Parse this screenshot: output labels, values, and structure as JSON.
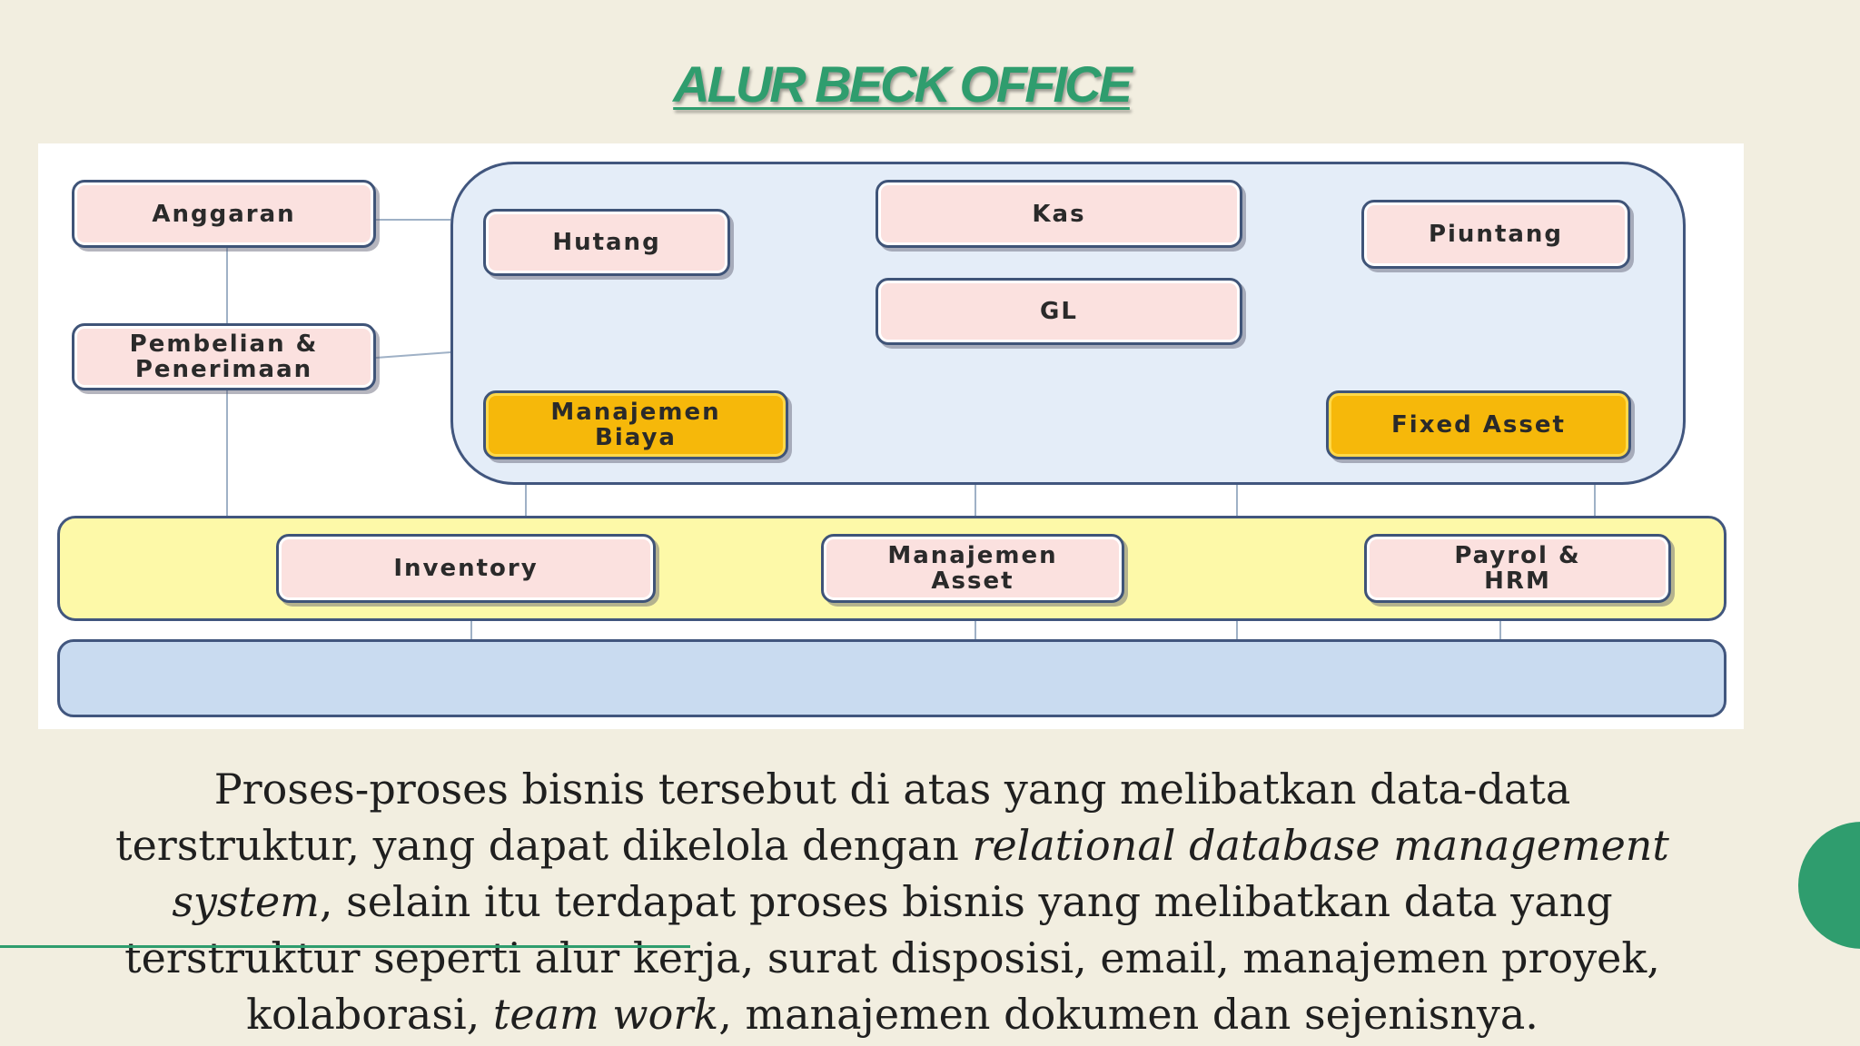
{
  "title": "ALUR BECK OFFICE",
  "diagram": {
    "boxes": {
      "anggaran": "Anggaran",
      "pembelian": "Pembelian &\nPenerimaan",
      "hutang": "Hutang",
      "kas": "Kas",
      "piuntang": "Piuntang",
      "gl": "GL",
      "manajemen_biaya": "Manajemen\nBiaya",
      "fixed_asset": "Fixed Asset",
      "inventory": "Inventory",
      "manajemen_asset": "Manajemen\nAsset",
      "payrol": "Payrol &\nHRM"
    },
    "colors": {
      "box_fill": "#fbe1df",
      "highlight_fill": "#f6b80a",
      "core_region": "#e4edf8",
      "middle_region": "#fdf9a8",
      "base_region": "#c9dbf0",
      "border": "#41567e"
    }
  },
  "paragraph": {
    "line1": "Proses-proses bisnis tersebut di atas yang melibatkan data-data",
    "line2_a": "terstruktur, yang dapat dikelola dengan ",
    "line2_b": "relational database management",
    "line3_a": "system",
    "line3_b": ", selain itu terdapat proses bisnis yang melibatkan data yang",
    "line4": "terstruktur seperti alur kerja, surat disposisi, email, manajemen proyek,",
    "line5_a": "kolaborasi, ",
    "line5_b": "team work",
    "line5_c": ", manajemen dokumen dan sejenisnya."
  },
  "accent_color": "#2f9d6e"
}
